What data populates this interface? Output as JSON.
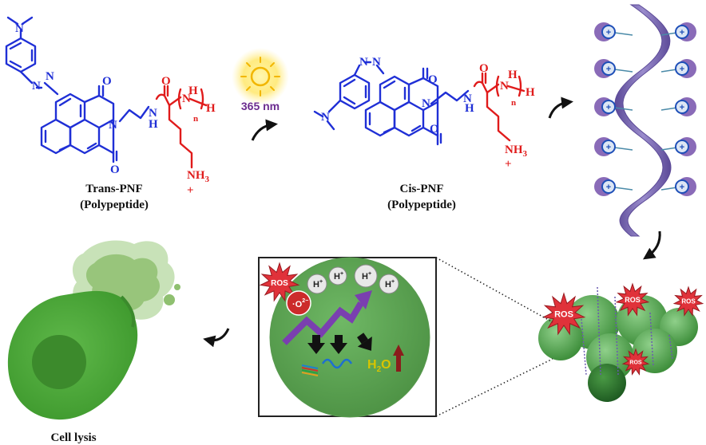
{
  "trans_structure": {
    "atoms": {
      "n_amine": "N",
      "n_azo_1": "N",
      "n_azo_2": "N",
      "o_top": "O",
      "o_bottom": "O",
      "n_imide": "N",
      "nh_amide": "N",
      "h_amide": "H",
      "o_amide": "O",
      "n_chain": "N",
      "h_chain": "H",
      "h_end": "H",
      "repeat_n": "n",
      "nh3": "NH",
      "nh3_sub": "3",
      "plus": "+"
    },
    "caption_line1": "Trans-PNF",
    "caption_line2": "(Polypeptide)"
  },
  "light": {
    "wavelength": "365 nm",
    "sun_color": "#f7c600",
    "text_color": "#6b2c8f"
  },
  "cis_structure": {
    "atoms": {
      "n_amine": "N",
      "n_azo_1": "N",
      "n_azo_2": "N",
      "o_top": "O",
      "o_bottom": "O",
      "n_imide": "N",
      "nh_amide": "N",
      "h_amide": "H",
      "o_amide": "O",
      "n_chain": "N",
      "h_chain": "H",
      "h_end": "H",
      "repeat_n": "n",
      "nh3": "NH",
      "nh3_sub": "3",
      "plus": "+"
    },
    "caption_line1": "Cis-PNF",
    "caption_line2": "(Polypeptide)"
  },
  "helix": {
    "color": "#7b6bb0",
    "charge_sign": "+",
    "charge_color": "#1e4fb8",
    "cap_color": "#8a6bb8"
  },
  "cell_view": {
    "proton_label": "H",
    "proton_charge": "+",
    "ros_label": "ROS",
    "superoxide_label": "O",
    "superoxide_super": "2−",
    "superoxide_dot": "·",
    "water_label": "H",
    "water_sub": "2",
    "water_o": "O",
    "cell_color": "#5fa552",
    "water_color": "#d8c400",
    "arrow_color": "#7a3fb0"
  },
  "cluster": {
    "ros_label": "ROS",
    "ros_color": "#e0323a"
  },
  "lysis": {
    "caption": "Cell lysis",
    "cell_color": "#4fa33a",
    "nucleus_color": "#3c8a2c"
  }
}
